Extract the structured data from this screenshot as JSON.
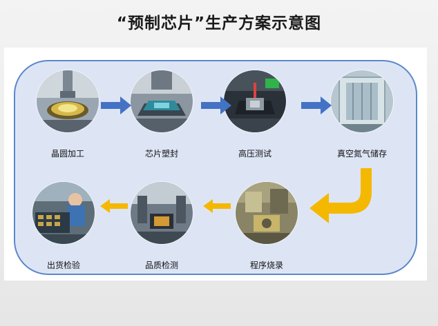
{
  "title": "“预制芯片”生产方案示意图",
  "steps": [
    {
      "label": "晶圆加工",
      "icon": "wafer-processing-icon"
    },
    {
      "label": "芯片塑封",
      "icon": "chip-molding-icon"
    },
    {
      "label": "高压测试",
      "icon": "high-voltage-test-icon"
    },
    {
      "label": "真空氮气储存",
      "icon": "vacuum-nitrogen-storage-icon"
    },
    {
      "label": "程序烧录",
      "icon": "program-burning-icon"
    },
    {
      "label": "品质检测",
      "icon": "quality-inspection-icon"
    },
    {
      "label": "出货检验",
      "icon": "shipment-inspection-icon"
    }
  ],
  "colors": {
    "frame_border": "#5a87c9",
    "frame_fill": "#dde5f5",
    "arrow_blue": "#4472c4",
    "arrow_yellow": "#f5b800"
  }
}
